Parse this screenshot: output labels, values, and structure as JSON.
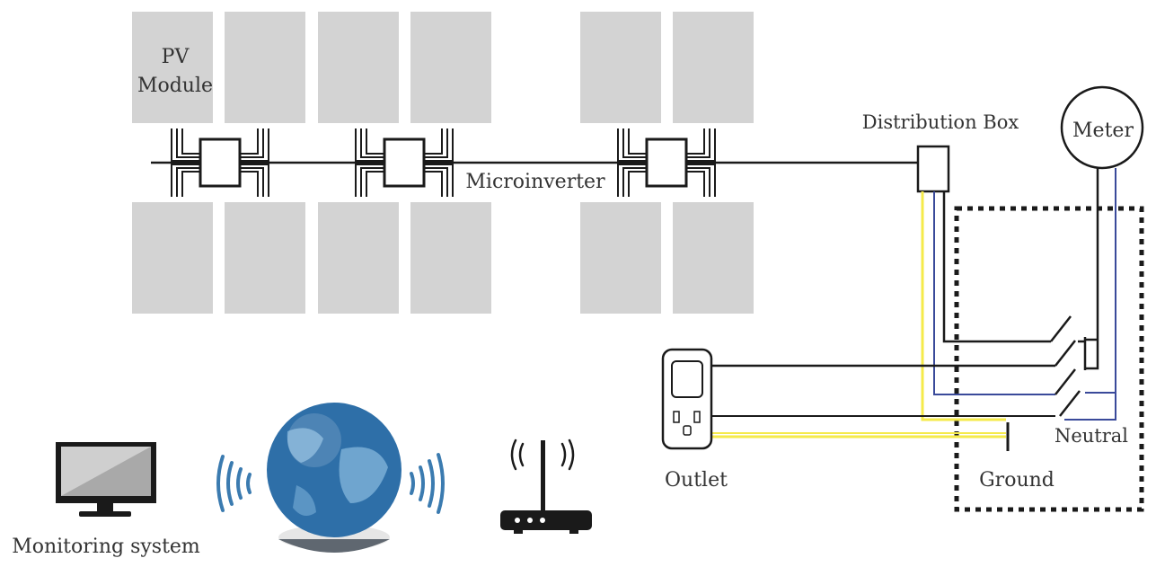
{
  "labels": {
    "pv_module_line1": "PV",
    "pv_module_line2": "Module",
    "microinverter": "Microinverter",
    "distribution_box": "Distribution Box",
    "meter": "Meter",
    "outlet": "Outlet",
    "neutral": "Neutral",
    "ground": "Ground",
    "monitoring_system": "Monitoring system"
  },
  "colors": {
    "panel": "#d3d3d3",
    "line": "#1a1a1a",
    "live_wire_blue": "#3a4a9a",
    "ground_wire_yellow": "#f5ea4a",
    "globe": "#2e6fa8",
    "signal": "#3b7bb0"
  },
  "icons": [
    "monitor-icon",
    "globe-icon",
    "wifi-signal-icon",
    "router-icon",
    "outlet-icon",
    "switch-icon"
  ]
}
